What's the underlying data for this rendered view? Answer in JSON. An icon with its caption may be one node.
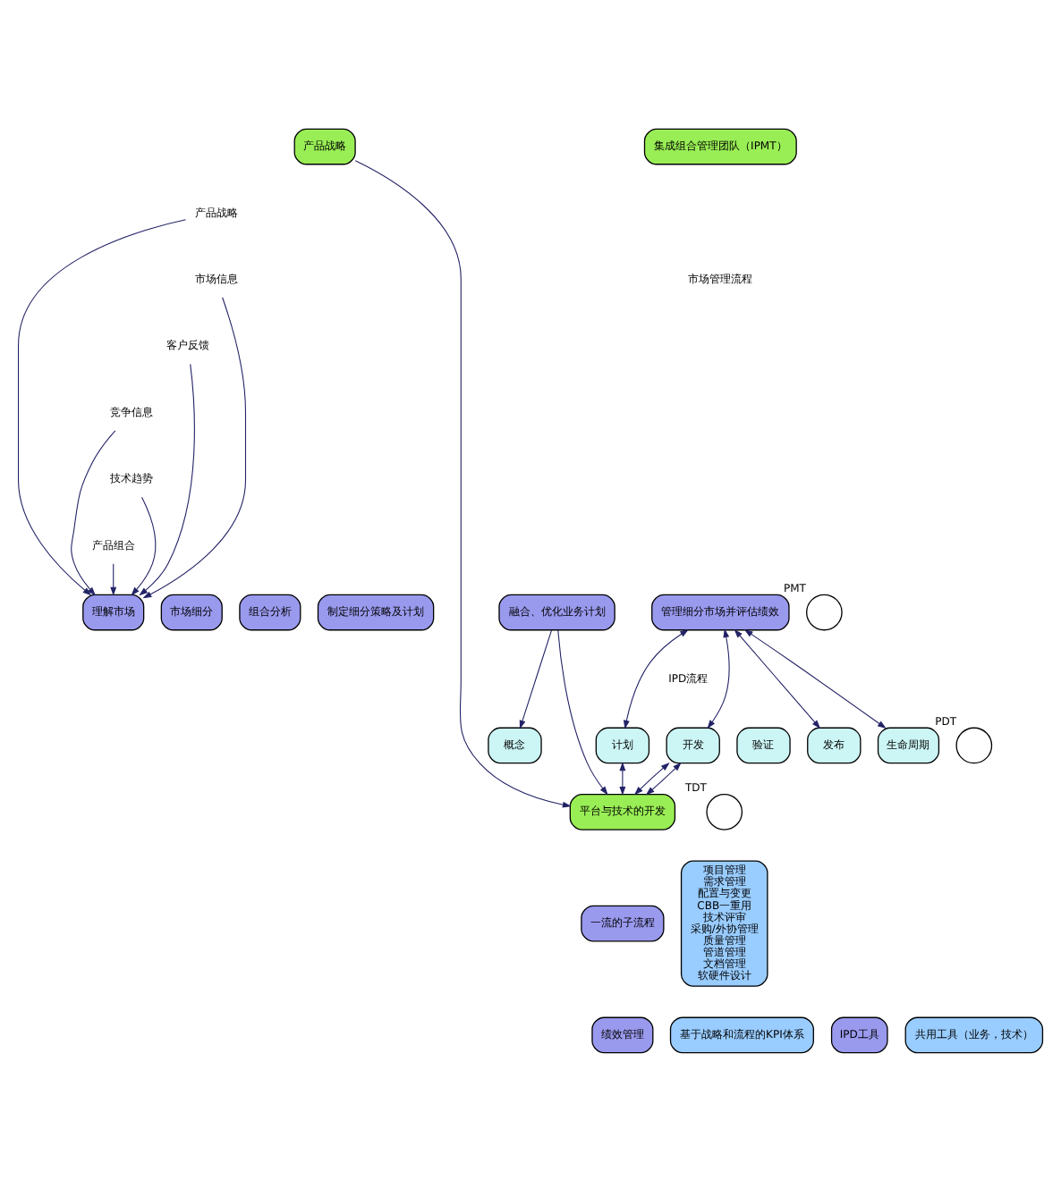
{
  "diagram": {
    "nodes": [
      {
        "text": [
          "产品战略"
        ]
      },
      {
        "text": [
          "集成组合管理团队（IPMT）"
        ]
      },
      {
        "text": [
          "产品战略"
        ]
      },
      {
        "text": [
          "市场信息"
        ]
      },
      {
        "text": [
          "客户反馈"
        ]
      },
      {
        "text": [
          "竞争信息"
        ]
      },
      {
        "text": [
          "技术趋势"
        ]
      },
      {
        "text": [
          "产品组合"
        ]
      },
      {
        "text": [
          "理解市场"
        ]
      },
      {
        "text": [
          "市场细分"
        ]
      },
      {
        "text": [
          "组合分析"
        ]
      },
      {
        "text": [
          "制定细分策略及计划"
        ]
      },
      {
        "text": [
          "融合、优化业务计划"
        ]
      },
      {
        "text": [
          "管理细分市场并评估绩效"
        ]
      },
      {
        "text": [
          "概念"
        ]
      },
      {
        "text": [
          "计划"
        ]
      },
      {
        "text": [
          "开发"
        ]
      },
      {
        "text": [
          "验证"
        ]
      },
      {
        "text": [
          "发布"
        ]
      },
      {
        "text": [
          "生命周期"
        ]
      },
      {
        "text": [
          "平台与技术的开发"
        ]
      },
      {
        "text": [],
        "shape": "circle",
        "beside": [
          "PMT"
        ]
      },
      {
        "text": [],
        "shape": "circle",
        "beside": [
          "PDT"
        ]
      },
      {
        "text": [],
        "shape": "circle",
        "beside": [
          "TDT"
        ]
      },
      {
        "text": [
          "一流的子流程"
        ]
      },
      {
        "text": [
          "项目管理",
          "需求管理",
          "配置与变更",
          "CBB一重用",
          "技术评审",
          "采购/外协管理",
          "质量管理",
          "管道管理",
          "文档管理",
          "软硬件设计"
        ]
      },
      {
        "text": [
          "绩效管理"
        ]
      },
      {
        "text": [
          "基于战略和流程的KPI体系"
        ]
      },
      {
        "text": [
          "IPD工具"
        ]
      },
      {
        "text": [
          "共用工具（业务，技术）"
        ]
      }
    ],
    "edges": [
      {
        "from": 0,
        "to": 20,
        "arrow": "to"
      },
      {
        "from": 2,
        "to": 8,
        "arrow": "to"
      },
      {
        "from": 3,
        "to": 8,
        "arrow": "to"
      },
      {
        "from": 4,
        "to": 8,
        "arrow": "to"
      },
      {
        "from": 5,
        "to": 8,
        "arrow": "to"
      },
      {
        "from": 6,
        "to": 8,
        "arrow": "to"
      },
      {
        "from": 7,
        "to": 8,
        "arrow": "to"
      },
      {
        "from": 12,
        "to": 14,
        "arrow": "to"
      },
      {
        "from": 12,
        "to": 20,
        "arrow": "to"
      },
      {
        "from": 13,
        "to": 15,
        "arrow": "both"
      },
      {
        "from": 13,
        "to": 16,
        "arrow": "both"
      },
      {
        "from": 13,
        "to": 18,
        "arrow": "both"
      },
      {
        "from": 13,
        "to": 19,
        "arrow": "both"
      },
      {
        "from": 15,
        "to": 20,
        "arrow": "both"
      },
      {
        "from": 16,
        "to": 20,
        "arrow": "both"
      },
      {
        "from": 16,
        "to": 20,
        "arrow": "both"
      }
    ],
    "labels": [
      "市场管理流程",
      "IPD流程"
    ]
  }
}
